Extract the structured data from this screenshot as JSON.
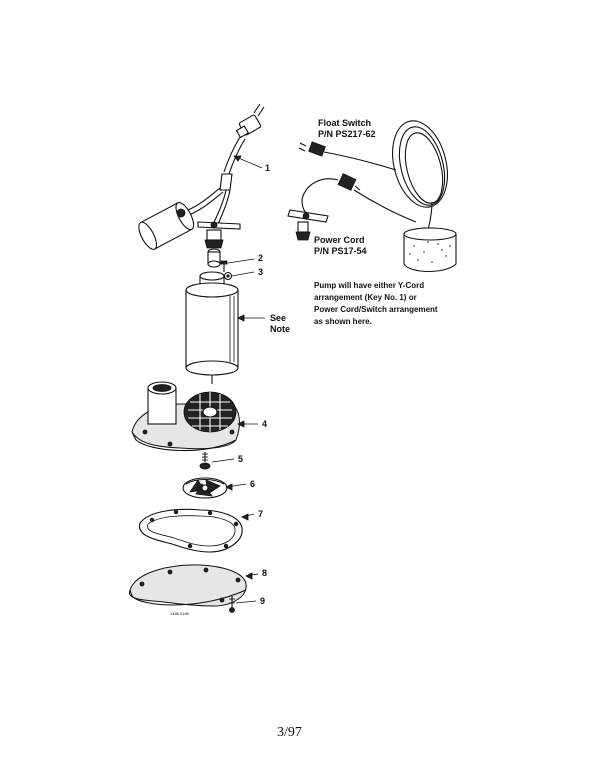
{
  "callouts": {
    "c1": "1",
    "c2": "2",
    "c3": "3",
    "c4": "4",
    "c5": "5",
    "c6": "6",
    "c7": "7",
    "c8": "8",
    "c9": "9"
  },
  "see_note": {
    "line1": "See",
    "line2": "Note"
  },
  "float_switch": {
    "name": "Float Switch",
    "part_number": "P/N PS217-62"
  },
  "power_cord": {
    "name": "Power Cord",
    "part_number": "P/N PS17-54"
  },
  "note": {
    "line1": "Pump will have either Y-Cord",
    "line2": "arrangement (Key No. 1) or",
    "line3": "Power Cord/Switch arrangement",
    "line4": "as shown here."
  },
  "drawing_number": "1486 0166",
  "page_number": "3/97"
}
